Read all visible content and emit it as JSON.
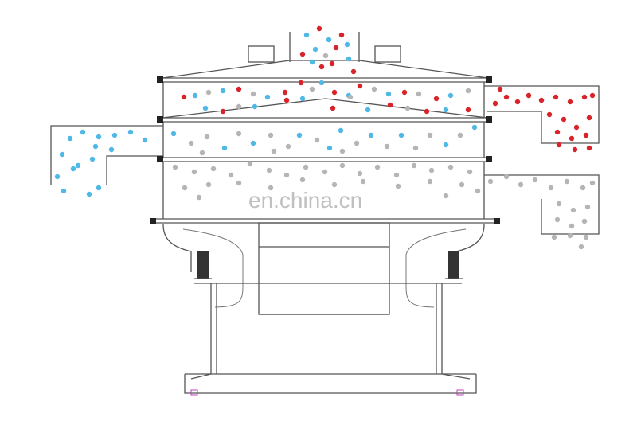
{
  "watermark": "en.china.cn",
  "colors": {
    "red": "#d9232a",
    "blue": "#4fb8e6",
    "gray": "#b5b5b5",
    "line": "#555555",
    "bolt": "#222222",
    "foot": "#c040c0"
  },
  "particle_groups": [
    "feed-inlet",
    "top-layer",
    "middle-layer",
    "bottom-layer",
    "coarse-outlet",
    "fine-outlet",
    "medium-outlet"
  ]
}
